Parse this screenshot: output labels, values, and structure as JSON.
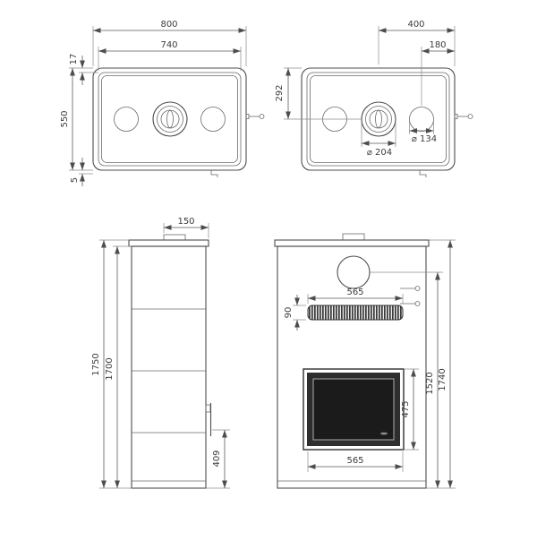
{
  "drawing": {
    "title": "stove-dimensional-drawing",
    "top_left": {
      "w_outer": "800",
      "w_inner": "740",
      "rim": "17",
      "depth": "550",
      "plate": "5"
    },
    "top_right": {
      "half_width": "400",
      "circle_offset": "180",
      "flue_depth": "292",
      "d_flue": "⌀ 204",
      "d_plate": "⌀ 134"
    },
    "side": {
      "flue_offset": "150",
      "h_total": "1750",
      "h_body": "1700",
      "h_handle": "409"
    },
    "front": {
      "grille_w": "565",
      "grille_h": "90",
      "glass_h": "475",
      "glass_w": "565",
      "h_flue_center": "1520",
      "h_total": "1740"
    },
    "colors": {
      "line": "#4d4d4d",
      "glass": "#1b1b1b",
      "frame": "#2e2e2e"
    }
  }
}
